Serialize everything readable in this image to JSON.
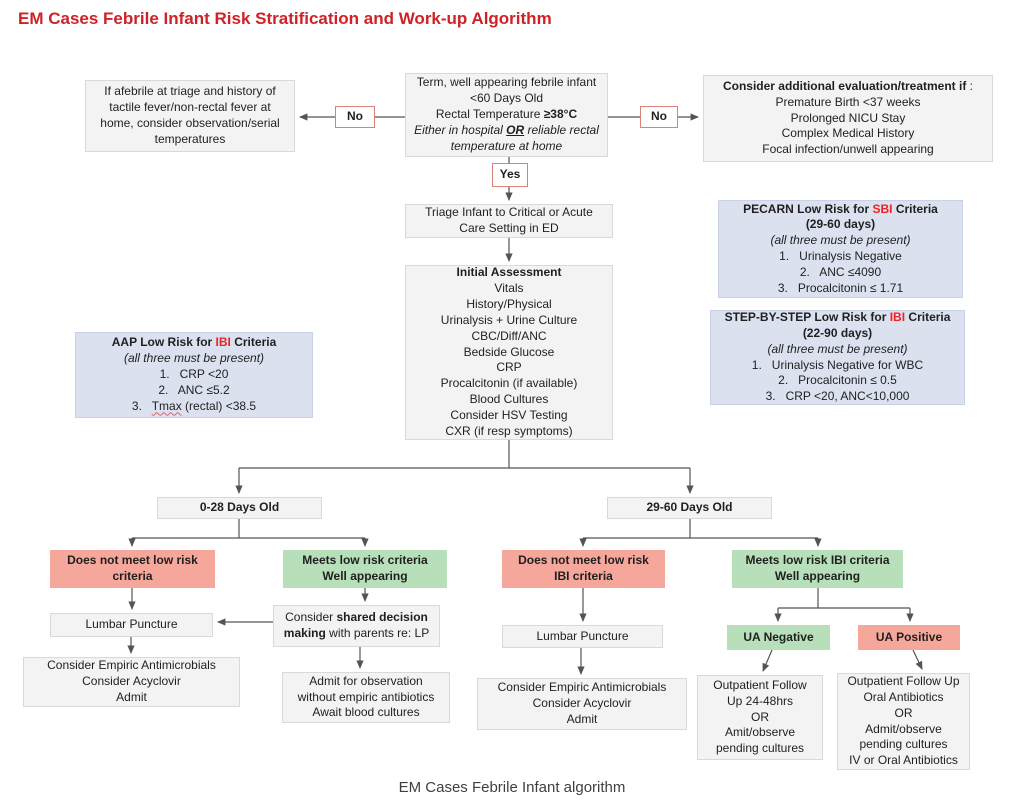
{
  "title": "EM Cases Febrile Infant Risk Stratification and Work-up Algorithm",
  "caption": "EM Cases Febrile Infant algorithm",
  "colors": {
    "title_red": "#d02127",
    "accent_red": "#ee2222",
    "box_gray": "#f3f3f3",
    "criteria_blue": "#dce1f0",
    "negative_pink": "#f6a79b",
    "positive_green": "#b7dfba",
    "yes_no_border": "#d98278",
    "connector": "#545454"
  },
  "labels": {
    "no_left": "No",
    "no_right": "No",
    "yes": "Yes"
  },
  "nodes": {
    "afebrile_note": {
      "lines": [
        "If afebrile at triage and history of",
        "tactile fever/non-rectal fever at",
        "home, consider observation/serial",
        "temperatures"
      ]
    },
    "start": {
      "line1": "Term, well appearing febrile infant",
      "line2": "<60 Days Old",
      "line3_pre": "Rectal Temperature ",
      "line3_bold": "≥38°C",
      "line4_pre": "Either in hospital ",
      "line4_or": "OR",
      "line4_post": " reliable rectal",
      "line5": "temperature at home"
    },
    "consider_additional": {
      "title_bold": "Consider additional evaluation/treatment if",
      "title_tail": " :",
      "items": [
        "Premature Birth <37 weeks",
        "Prolonged NICU Stay",
        "Complex Medical History",
        "Focal infection/unwell appearing"
      ]
    },
    "triage": {
      "lines": [
        "Triage Infant to Critical or Acute",
        "Care Setting in ED"
      ]
    },
    "initial": {
      "title": "Initial Assessment",
      "items": [
        "Vitals",
        "History/Physical",
        "Urinalysis + Urine Culture",
        "CBC/Diff/ANC",
        "Bedside Glucose",
        "CRP",
        "Procalcitonin (if available)",
        "Blood Cultures",
        "Consider HSV Testing",
        "CXR (if resp symptoms)"
      ]
    },
    "pecarn": {
      "title_pre": "PECARN Low Risk for ",
      "title_red": "SBI",
      "title_post": " Criteria",
      "days": "(29-60 days)",
      "note": "(all three must be present)",
      "items": [
        "1.   Urinalysis Negative",
        "2.   ANC ≤4090",
        "3.   Procalcitonin ≤ 1.71"
      ]
    },
    "step": {
      "title_pre": "STEP-BY-STEP Low Risk for ",
      "title_red": "IBI",
      "title_post": " Criteria",
      "days": "(22-90 days)",
      "note": "(all three must be present)",
      "items": [
        "1.   Urinalysis Negative for WBC",
        "2.   Procalcitonin ≤ 0.5",
        "3.   CRP <20, ANC<10,000"
      ]
    },
    "aap": {
      "title_pre": "AAP Low Risk for ",
      "title_red": "IBI",
      "title_post": " Criteria",
      "note": "(all three must be present)",
      "item1": "1.   CRP <20",
      "item2": "2.   ANC ≤5.2",
      "item3_num": "3.   ",
      "item3_tmax": "Tmax",
      "item3_rest": " (rectal) <38.5"
    },
    "days_0_28": "0-28 Days Old",
    "days_29_60": "29-60 Days Old",
    "not_low_risk_young": {
      "lines": [
        "Does not meet low risk",
        "criteria"
      ]
    },
    "low_risk_young": {
      "lines": [
        "Meets low risk criteria",
        "Well appearing"
      ]
    },
    "not_low_risk_older": {
      "lines": [
        "Does not meet low risk",
        "IBI criteria"
      ]
    },
    "low_risk_older": {
      "lines": [
        "Meets low risk IBI criteria",
        "Well appearing"
      ]
    },
    "lumbar_puncture": "Lumbar Puncture",
    "shared_decision": {
      "pre": "Consider ",
      "bold1": "shared decision",
      "bold2": "making",
      "post": " with parents re: LP"
    },
    "empiric": {
      "lines": [
        "Consider Empiric Antimicrobials",
        "Consider Acyclovir",
        "Admit"
      ]
    },
    "admit_observation": {
      "lines": [
        "Admit for observation",
        "without empiric antibiotics",
        "Await blood cultures"
      ]
    },
    "ua_negative": "UA Negative",
    "ua_positive": "UA Positive",
    "outpatient_ua_negative": {
      "lines": [
        "Outpatient Follow",
        "Up 24-48hrs",
        "OR",
        "Amit/observe",
        "pending cultures"
      ]
    },
    "outpatient_ua_positive": {
      "lines": [
        "Outpatient Follow Up",
        "Oral Antibiotics",
        "OR",
        "Admit/observe",
        "pending cultures",
        "IV or Oral Antibiotics"
      ]
    }
  }
}
